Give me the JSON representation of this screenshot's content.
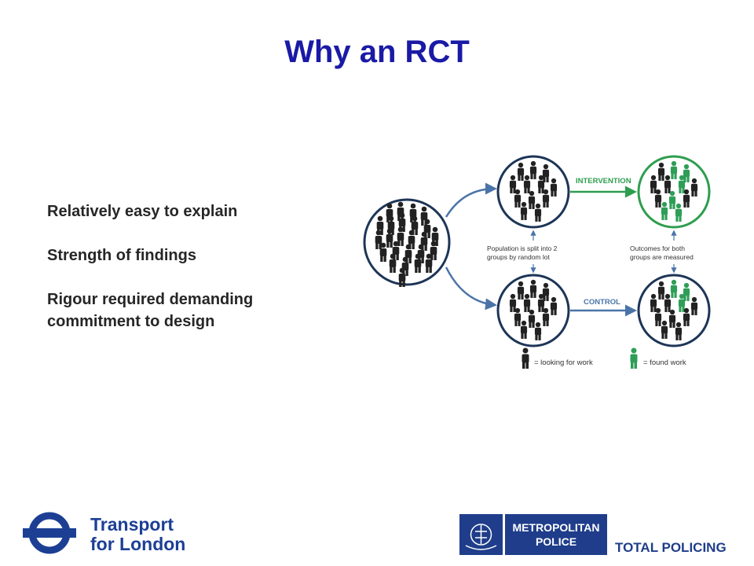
{
  "slide": {
    "title": "Why an RCT",
    "bullets": [
      "Relatively easy to explain",
      "Strength of findings",
      "Rigour required demanding commitment to design"
    ]
  },
  "diagram": {
    "intervention_label": "INTERVENTION",
    "control_label": "CONTROL",
    "split_note_line1": "Population  is split into 2",
    "split_note_line2": "groups by random lot",
    "outcome_note_line1": "Outcomes for both",
    "outcome_note_line2": "groups are measured",
    "legend_looking": "= looking for work",
    "legend_found": "= found work",
    "colors": {
      "circle_dark": "#1d3557",
      "circle_green": "#2e9e4e",
      "arrow_blue": "#4a74a8",
      "person_dark": "#222222",
      "person_green": "#2e9e57"
    }
  },
  "footer": {
    "tfl_line1": "Transport",
    "tfl_line2": "for London",
    "met_line1": "METROPOLITAN",
    "met_line2": "POLICE",
    "tagline": "TOTAL POLICING"
  }
}
